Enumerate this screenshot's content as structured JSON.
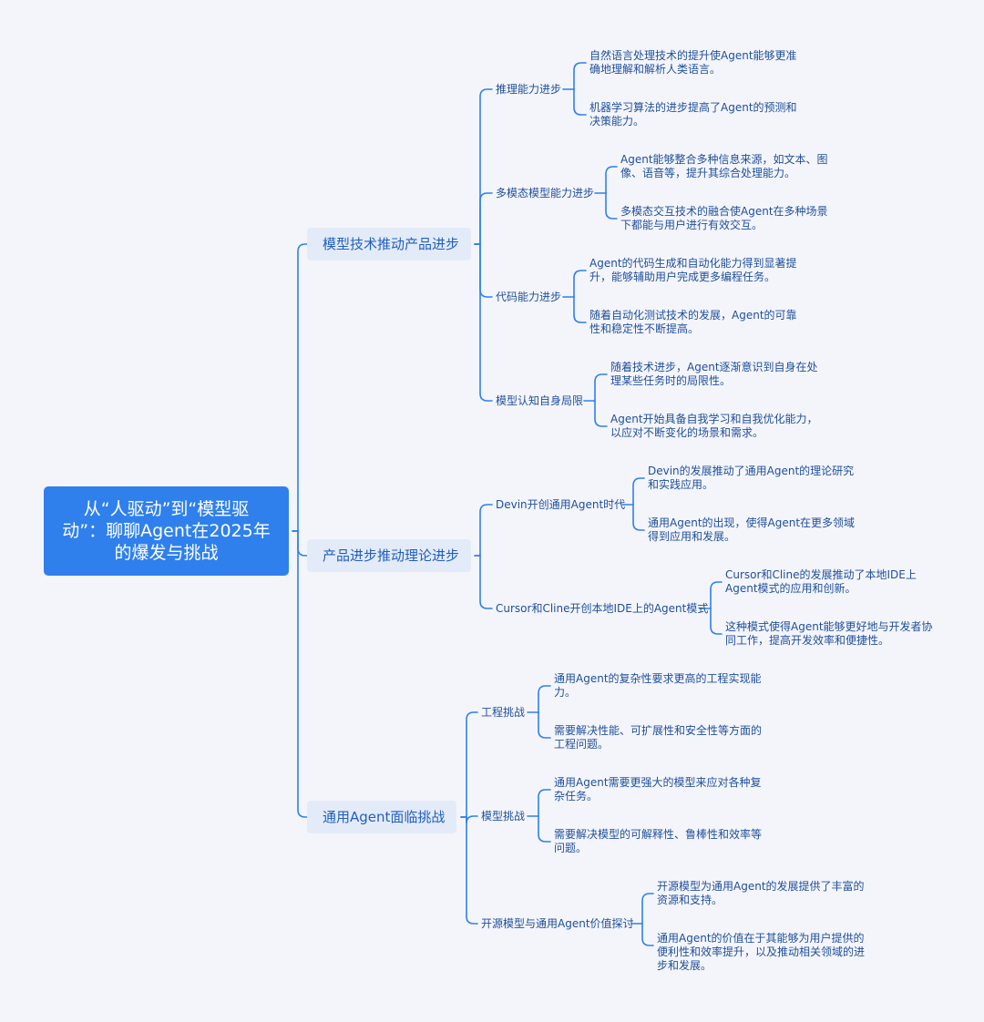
{
  "root": {
    "title": "从“人驱动”到“模型驱动”：聊聊Agent在2025年的爆发与挑战"
  },
  "branches": [
    {
      "label": "模型技术推动产品进步",
      "children": [
        {
          "label": "推理能力进步",
          "notes": [
            "自然语言处理技术的提升使Agent能够更准确地理解和解析人类语言。",
            "机器学习算法的进步提高了Agent的预测和决策能力。"
          ]
        },
        {
          "label": "多模态模型能力进步",
          "notes": [
            "Agent能够整合多种信息来源，如文本、图像、语音等，提升其综合处理能力。",
            "多模态交互技术的融合使Agent在多种场景下都能与用户进行有效交互。"
          ]
        },
        {
          "label": "代码能力进步",
          "notes": [
            "Agent的代码生成和自动化能力得到显著提升，能够辅助用户完成更多编程任务。",
            "随着自动化测试技术的发展，Agent的可靠性和稳定性不断提高。"
          ]
        },
        {
          "label": "模型认知自身局限",
          "notes": [
            "随着技术进步，Agent逐渐意识到自身在处理某些任务时的局限性。",
            "Agent开始具备自我学习和自我优化能力，以应对不断变化的场景和需求。"
          ]
        }
      ]
    },
    {
      "label": "产品进步推动理论进步",
      "children": [
        {
          "label": "Devin开创通用Agent时代",
          "notes": [
            "Devin的发展推动了通用Agent的理论研究和实践应用。",
            "通用Agent的出现，使得Agent在更多领域得到应用和发展。"
          ]
        },
        {
          "label": "Cursor和Cline开创本地IDE上的Agent模式",
          "notes": [
            "Cursor和Cline的发展推动了本地IDE上Agent模式的应用和创新。",
            "这种模式使得Agent能够更好地与开发者协同工作，提高开发效率和便捷性。"
          ]
        }
      ]
    },
    {
      "label": "通用Agent面临挑战",
      "children": [
        {
          "label": "工程挑战",
          "notes": [
            "通用Agent的复杂性要求更高的工程实现能力。",
            "需要解决性能、可扩展性和安全性等方面的工程问题。"
          ]
        },
        {
          "label": "模型挑战",
          "notes": [
            "通用Agent需要更强大的模型来应对各种复杂任务。",
            "需要解决模型的可解释性、鲁棒性和效率等问题。"
          ]
        },
        {
          "label": "开源模型与通用Agent价值探讨",
          "notes": [
            "开源模型为通用Agent的发展提供了丰富的资源和支持。",
            "通用Agent的价值在于其能够为用户提供的便利性和效率提升，以及推动相关领域的进步和发展。"
          ]
        }
      ]
    }
  ],
  "colors": {
    "accent": "#2f80ed",
    "root_text": "#ffffff",
    "branch_bg": "#e4ebf8",
    "branch_text": "#1f5fbf",
    "leaf_text": "#1f4f9a",
    "background": "#f4f5fb"
  }
}
